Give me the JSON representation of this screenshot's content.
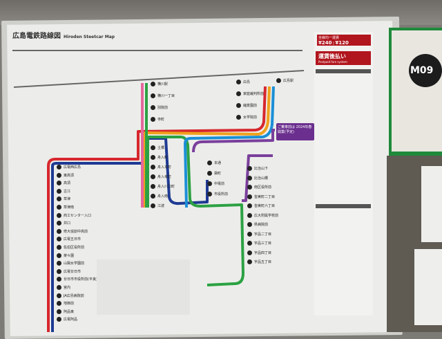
{
  "map": {
    "title_ja": "広島電鉄路線図",
    "title_en": "Hiroden Steetcar Map"
  },
  "fare": {
    "label": "全線均一運賃",
    "adult": "¥240",
    "child": "¥120"
  },
  "postpaid": {
    "label": "運賃後払い",
    "label_en": "Postpaid fare system"
  },
  "notice": {
    "text": "ご乗車前は 2024年春開業(予定)"
  },
  "station_sign": {
    "code": "M09"
  },
  "colors": {
    "red": "#d7272e",
    "orange": "#f0a11c",
    "green": "#2ca143",
    "blue": "#1b8fd6",
    "navy": "#1e3a93",
    "purple": "#7a3f9c",
    "pink": "#e5679d"
  },
  "stations": {
    "miyajima_line": [
      "広電西広島",
      "東高須",
      "高須",
      "古江",
      "草津",
      "草津南",
      "商工センター入口",
      "井口",
      "修大協創中高前",
      "広電五日市",
      "佐伯区役所前",
      "楽々園",
      "山陽女学園前",
      "広電廿日市",
      "廿日市市役所前(平良)",
      "宮内",
      "JA広島病院前",
      "地御前",
      "阿品東",
      "広電阿品"
    ],
    "yokogawa_line": [
      "横川駅",
      "横川一丁目",
      "別院前",
      "寺町"
    ],
    "hakushima_line": [
      "白島",
      "家庭裁判所前",
      "縮景園前",
      "女学院前"
    ],
    "eba_line": [
      "土橋",
      "舟入町",
      "舟入本町",
      "舟入幸町",
      "舟入川口町",
      "舟入南",
      "江波"
    ],
    "hondori": [
      "本通",
      "袋町",
      "中電前",
      "市役所前"
    ],
    "ujina_line": [
      "比治山下",
      "比治山橋",
      "南区役所前",
      "皆実町二丁目",
      "皆実町六丁目",
      "広大附属学校前",
      "県病院前",
      "宇品二丁目",
      "宇品三丁目",
      "宇品四丁目",
      "宇品五丁目"
    ],
    "terminal": [
      "広島駅"
    ]
  }
}
